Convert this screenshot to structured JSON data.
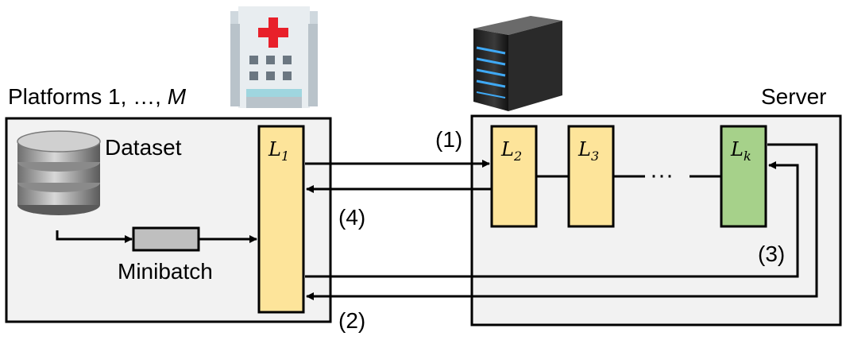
{
  "platforms": {
    "title_prefix": "Platforms 1, …, ",
    "title_var": "M",
    "dataset_label": "Dataset",
    "minibatch_label": "Minibatch",
    "layer_main": "L",
    "layer_sub": "1"
  },
  "server": {
    "title": "Server",
    "layers": [
      {
        "main": "L",
        "sub": "2"
      },
      {
        "main": "L",
        "sub": "3"
      },
      {
        "main": "L",
        "sub": "k"
      }
    ],
    "ellipsis": "···"
  },
  "steps": {
    "s1": "(1)",
    "s2": "(2)",
    "s3": "(3)",
    "s4": "(4)"
  },
  "icons": {
    "hospital": "hospital-icon",
    "server": "server-rack-icon",
    "database": "database-icon"
  },
  "colors": {
    "client_layer": "#fde49a",
    "output_layer": "#a6d18a",
    "minibatch": "#bfbfbf",
    "panel": "#f2f2f2",
    "hospital_cross": "#e8202a"
  }
}
